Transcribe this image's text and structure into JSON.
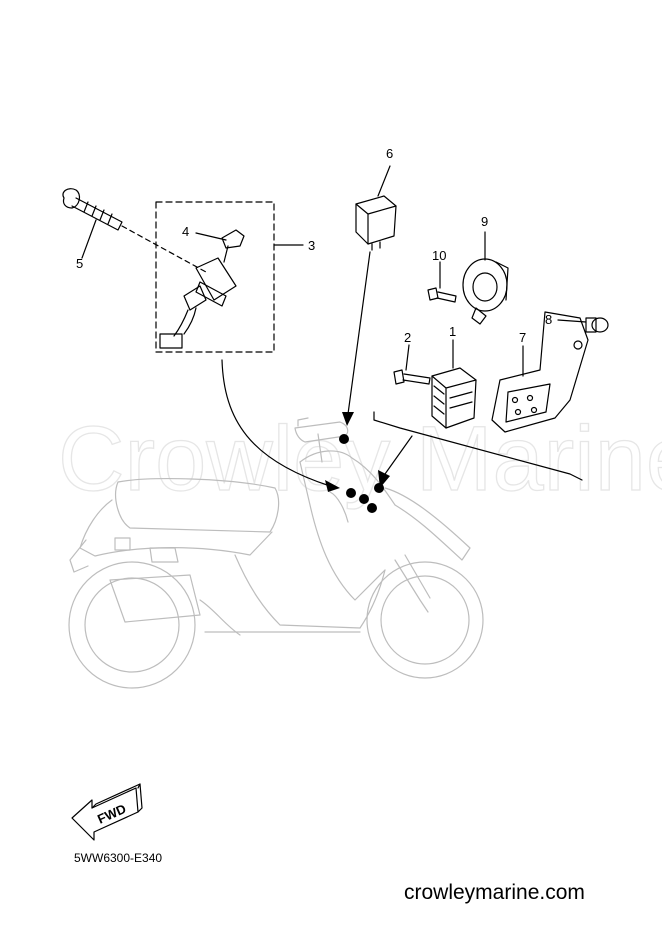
{
  "watermark": "Crowley Marine",
  "callouts": {
    "c1": "1",
    "c2": "2",
    "c3": "3",
    "c4": "4",
    "c5": "5",
    "c6": "6",
    "c7": "7",
    "c8": "8",
    "c9": "9",
    "c10": "10"
  },
  "direction_label": "FWD",
  "diagram_code": "5WW6300-E340",
  "site_url": "crowleymarine.com"
}
